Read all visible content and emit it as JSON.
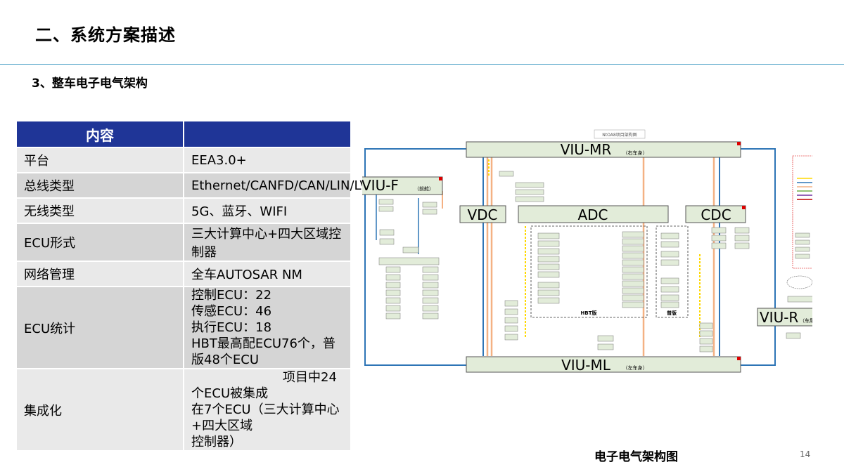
{
  "header": {
    "title": "二、系统方案描述",
    "subtitle": "3、整车电子电气架构"
  },
  "table": {
    "header": {
      "col1": "内容",
      "col2": ""
    },
    "rows": [
      {
        "label": "平台",
        "value": "EEA3.0+"
      },
      {
        "label": "总线类型",
        "value": "Ethernet/CANFD/CAN/LIN/LVDS"
      },
      {
        "label": "无线类型",
        "value": "5G、蓝牙、WIFI"
      },
      {
        "label": "ECU形式",
        "value": "三大计算中心+四大区域控制器"
      },
      {
        "label": "网络管理",
        "value": "全车AUTOSAR NM"
      },
      {
        "label": "ECU统计",
        "lines": [
          "控制ECU：22",
          "传感ECU：46",
          "执行ECU：18",
          "HBT最高配ECU76个，普版48个ECU"
        ]
      },
      {
        "label": "集成化",
        "lines": [
          "项目中24个ECU被集成",
          "在7个ECU（三大计算中心+四大区域",
          "控制器）"
        ]
      }
    ]
  },
  "diagram": {
    "top_label": "NtOA8项目架构图",
    "viu_mr": "VIU-MR",
    "viu_mr_sub": "（右车身）",
    "viu_ml": "VIU-ML",
    "viu_ml_sub": "（左车身）",
    "viu_f": "VIU-F",
    "viu_f_sub": "（前舱）",
    "viu_r": "VIU-R",
    "viu_r_sub": "（车尾）",
    "vdc": "VDC",
    "adc": "ADC",
    "cdc": "CDC",
    "hbt_label": "HBT版",
    "std_label": "普版"
  },
  "footer": {
    "caption": "电子电气架构图",
    "page": "14"
  },
  "colors": {
    "header_blue": "#1f3597",
    "rule": "#4fa3c7",
    "box_fill": "#e2ecd9",
    "bus_blue": "#2e75b6",
    "bus_orange": "#f4b183",
    "bus_yellow": "#ffd800"
  }
}
